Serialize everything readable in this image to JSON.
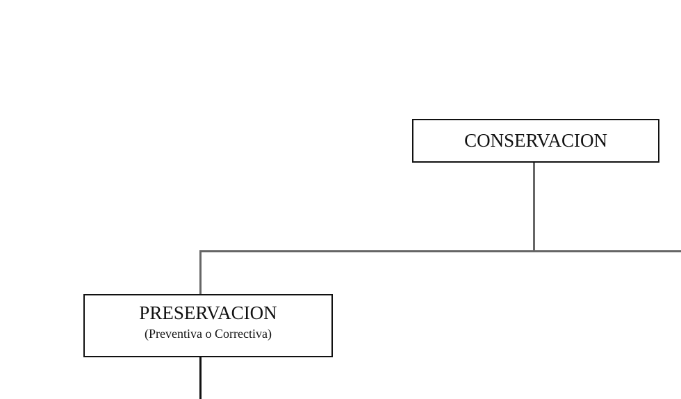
{
  "nodes": {
    "conservacion": {
      "label": "CONSERVACION"
    },
    "preservacion": {
      "label": "PRESERVACION",
      "sublabel": "(Preventiva o Correctiva)"
    }
  }
}
